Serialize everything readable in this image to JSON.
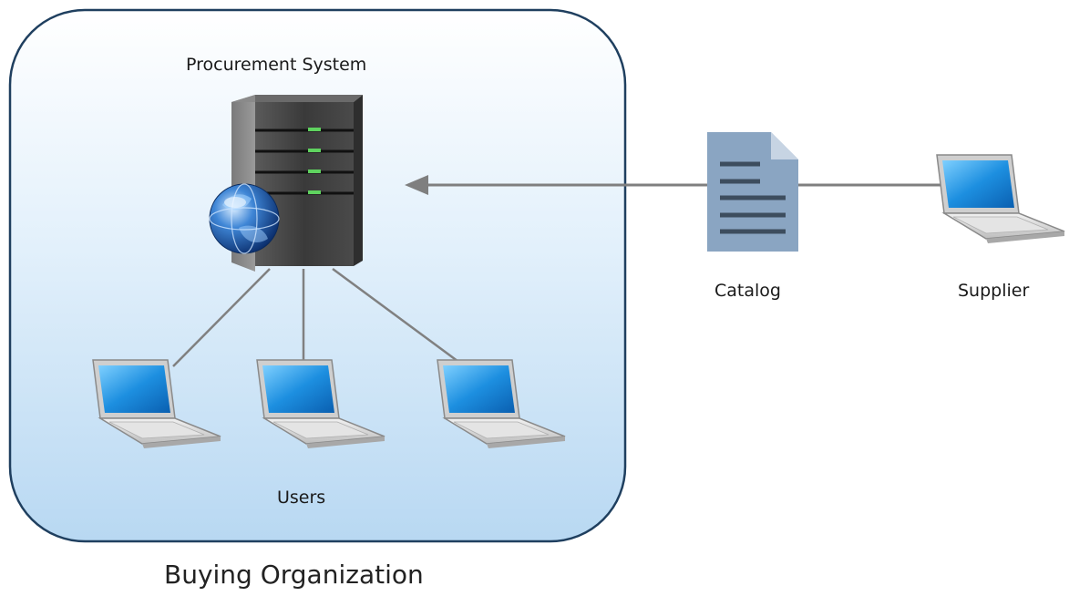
{
  "labels": {
    "procurement_system": "Procurement System",
    "users": "Users",
    "catalog": "Catalog",
    "supplier": "Supplier",
    "buying_organization": "Buying Organization"
  },
  "colors": {
    "org_border": "#1f3f5f",
    "org_fill_top": "#ffffff",
    "org_fill_bottom": "#b8d8f2",
    "connector": "#808080",
    "arrow": "#7f7f7f",
    "server_body": "#4a4a4a",
    "server_led": "#5fd35f",
    "document": "#8aa5c2",
    "document_lines": "#3d4d5e",
    "laptop_screen": "#1d8fe0",
    "laptop_body": "#d9d9d9"
  },
  "icons": {
    "server": "server-icon",
    "globe": "globe-icon",
    "document": "catalog-document-icon",
    "laptop": "laptop-icon"
  }
}
